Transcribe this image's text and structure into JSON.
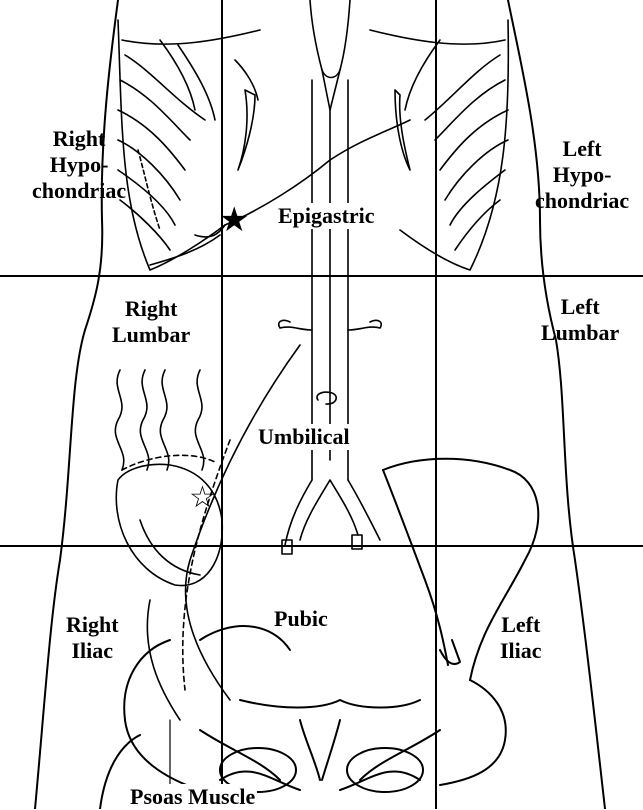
{
  "regions": {
    "right_hypochondriac": {
      "line1": "Right",
      "line2": "Hypo-",
      "line3": "chondriac"
    },
    "left_hypochondriac": {
      "line1": "Left",
      "line2": "Hypo-",
      "line3": "chondriac"
    },
    "epigastric": "Epigastric",
    "right_lumbar": {
      "line1": "Right",
      "line2": "Lumbar"
    },
    "left_lumbar": {
      "line1": "Left",
      "line2": "Lumbar"
    },
    "umbilical": "Umbilical",
    "right_iliac": {
      "line1": "Right",
      "line2": "Iliac"
    },
    "left_iliac": {
      "line1": "Left",
      "line2": "Iliac"
    },
    "pubic": "Pubic"
  },
  "annotations": {
    "psoas": "Psoas Muscle"
  },
  "markers": {
    "filled_star": "★",
    "open_star": "☆"
  }
}
